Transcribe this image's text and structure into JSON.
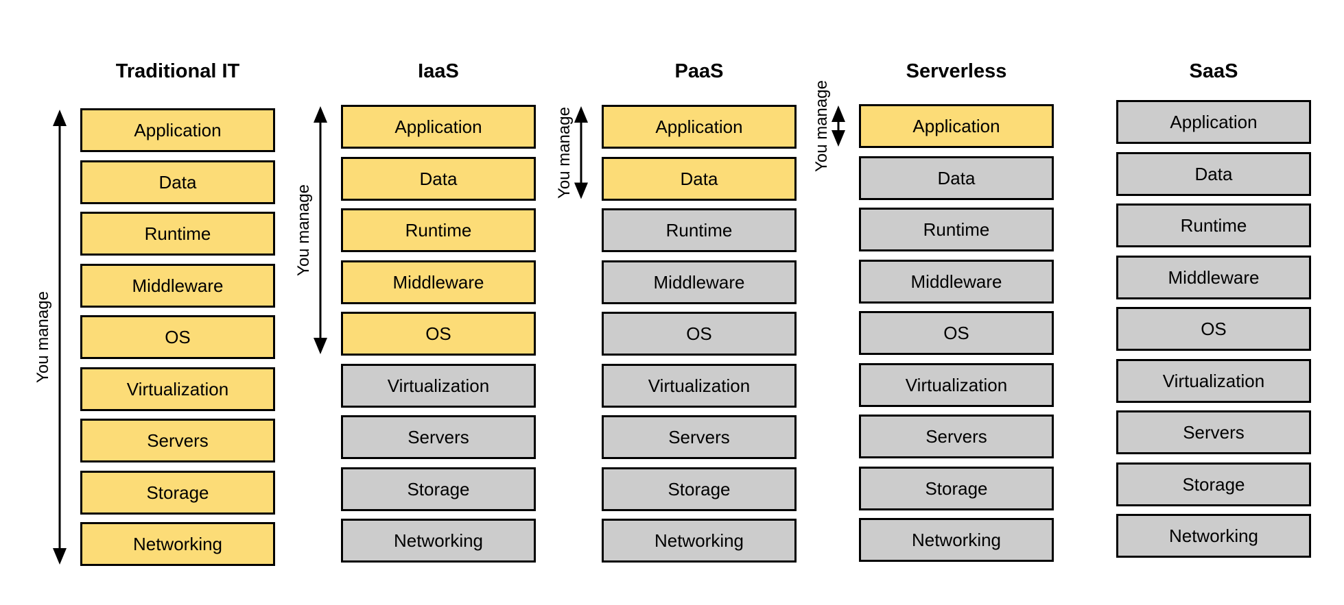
{
  "layers": [
    "Application",
    "Data",
    "Runtime",
    "Middleware",
    "OS",
    "Virtualization",
    "Servers",
    "Storage",
    "Networking"
  ],
  "colors": {
    "managed": "#fcdc77",
    "provided": "#cccccc",
    "border": "#000000"
  },
  "manage_label": "You manage",
  "models": [
    {
      "title": "Traditional IT",
      "managed_count": 9
    },
    {
      "title": "IaaS",
      "managed_count": 5
    },
    {
      "title": "PaaS",
      "managed_count": 2
    },
    {
      "title": "Serverless",
      "managed_count": 1
    },
    {
      "title": "SaaS",
      "managed_count": 0
    }
  ]
}
